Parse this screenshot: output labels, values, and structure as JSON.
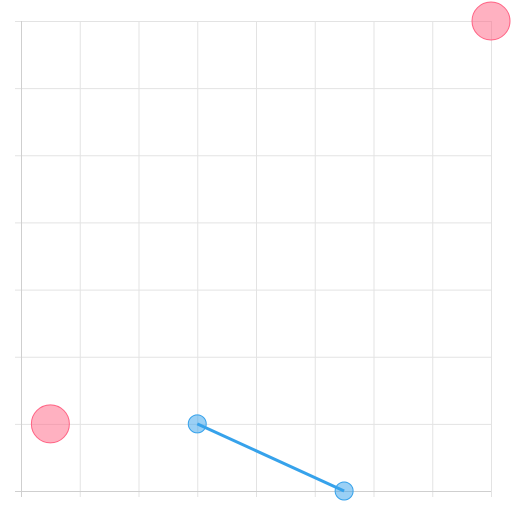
{
  "chart_data": {
    "type": "scatter",
    "xlim": [
      0,
      8
    ],
    "ylim": [
      0,
      7
    ],
    "x_grid_ticks": [
      0,
      1,
      2,
      3,
      4,
      5,
      6,
      7,
      8
    ],
    "y_grid_ticks": [
      0,
      1,
      2,
      3,
      4,
      5,
      6,
      7
    ],
    "grid": true,
    "legend": "none",
    "series": [
      {
        "kind": "points",
        "color": "#ff6384",
        "points": [
          {
            "x": 0.5,
            "y": 1
          },
          {
            "x": 8,
            "y": 7
          }
        ]
      },
      {
        "kind": "line",
        "color": "#36a2eb",
        "points": [
          {
            "x": 3,
            "y": 1
          },
          {
            "x": 5.5,
            "y": 0
          }
        ]
      }
    ],
    "title": "",
    "xlabel": "",
    "ylabel": ""
  }
}
